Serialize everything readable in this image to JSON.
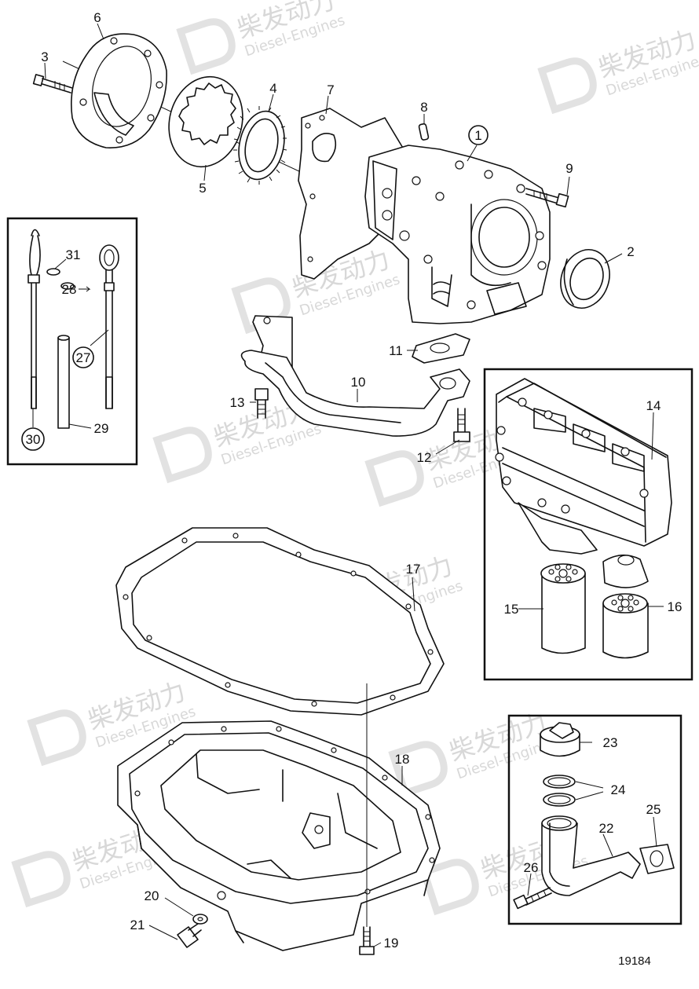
{
  "drawing": {
    "drawing_number": "19184",
    "watermark_cn": "柴发动力",
    "watermark_en": "Diesel-Engines"
  },
  "callouts": [
    {
      "id": "1",
      "label": "1",
      "circled": true
    },
    {
      "id": "2",
      "label": "2",
      "circled": false
    },
    {
      "id": "3",
      "label": "3",
      "circled": false
    },
    {
      "id": "4",
      "label": "4",
      "circled": false
    },
    {
      "id": "5",
      "label": "5",
      "circled": false
    },
    {
      "id": "6",
      "label": "6",
      "circled": false
    },
    {
      "id": "7",
      "label": "7",
      "circled": false
    },
    {
      "id": "8",
      "label": "8",
      "circled": false
    },
    {
      "id": "9",
      "label": "9",
      "circled": false
    },
    {
      "id": "10",
      "label": "10",
      "circled": false
    },
    {
      "id": "11",
      "label": "11",
      "circled": false
    },
    {
      "id": "12",
      "label": "12",
      "circled": false
    },
    {
      "id": "13",
      "label": "13",
      "circled": false
    },
    {
      "id": "14",
      "label": "14",
      "circled": false
    },
    {
      "id": "15",
      "label": "15",
      "circled": false
    },
    {
      "id": "16",
      "label": "16",
      "circled": false
    },
    {
      "id": "17",
      "label": "17",
      "circled": false
    },
    {
      "id": "18",
      "label": "18",
      "circled": false
    },
    {
      "id": "19",
      "label": "19",
      "circled": false
    },
    {
      "id": "20",
      "label": "20",
      "circled": false
    },
    {
      "id": "21",
      "label": "21",
      "circled": false
    },
    {
      "id": "22",
      "label": "22",
      "circled": false
    },
    {
      "id": "23",
      "label": "23",
      "circled": false
    },
    {
      "id": "24",
      "label": "24",
      "circled": false
    },
    {
      "id": "25",
      "label": "25",
      "circled": false
    },
    {
      "id": "26",
      "label": "26",
      "circled": false
    },
    {
      "id": "27",
      "label": "27",
      "circled": true
    },
    {
      "id": "28",
      "label": "28",
      "circled": false
    },
    {
      "id": "29",
      "label": "29",
      "circled": false
    },
    {
      "id": "30",
      "label": "30",
      "circled": true
    },
    {
      "id": "31",
      "label": "31",
      "circled": false
    }
  ]
}
